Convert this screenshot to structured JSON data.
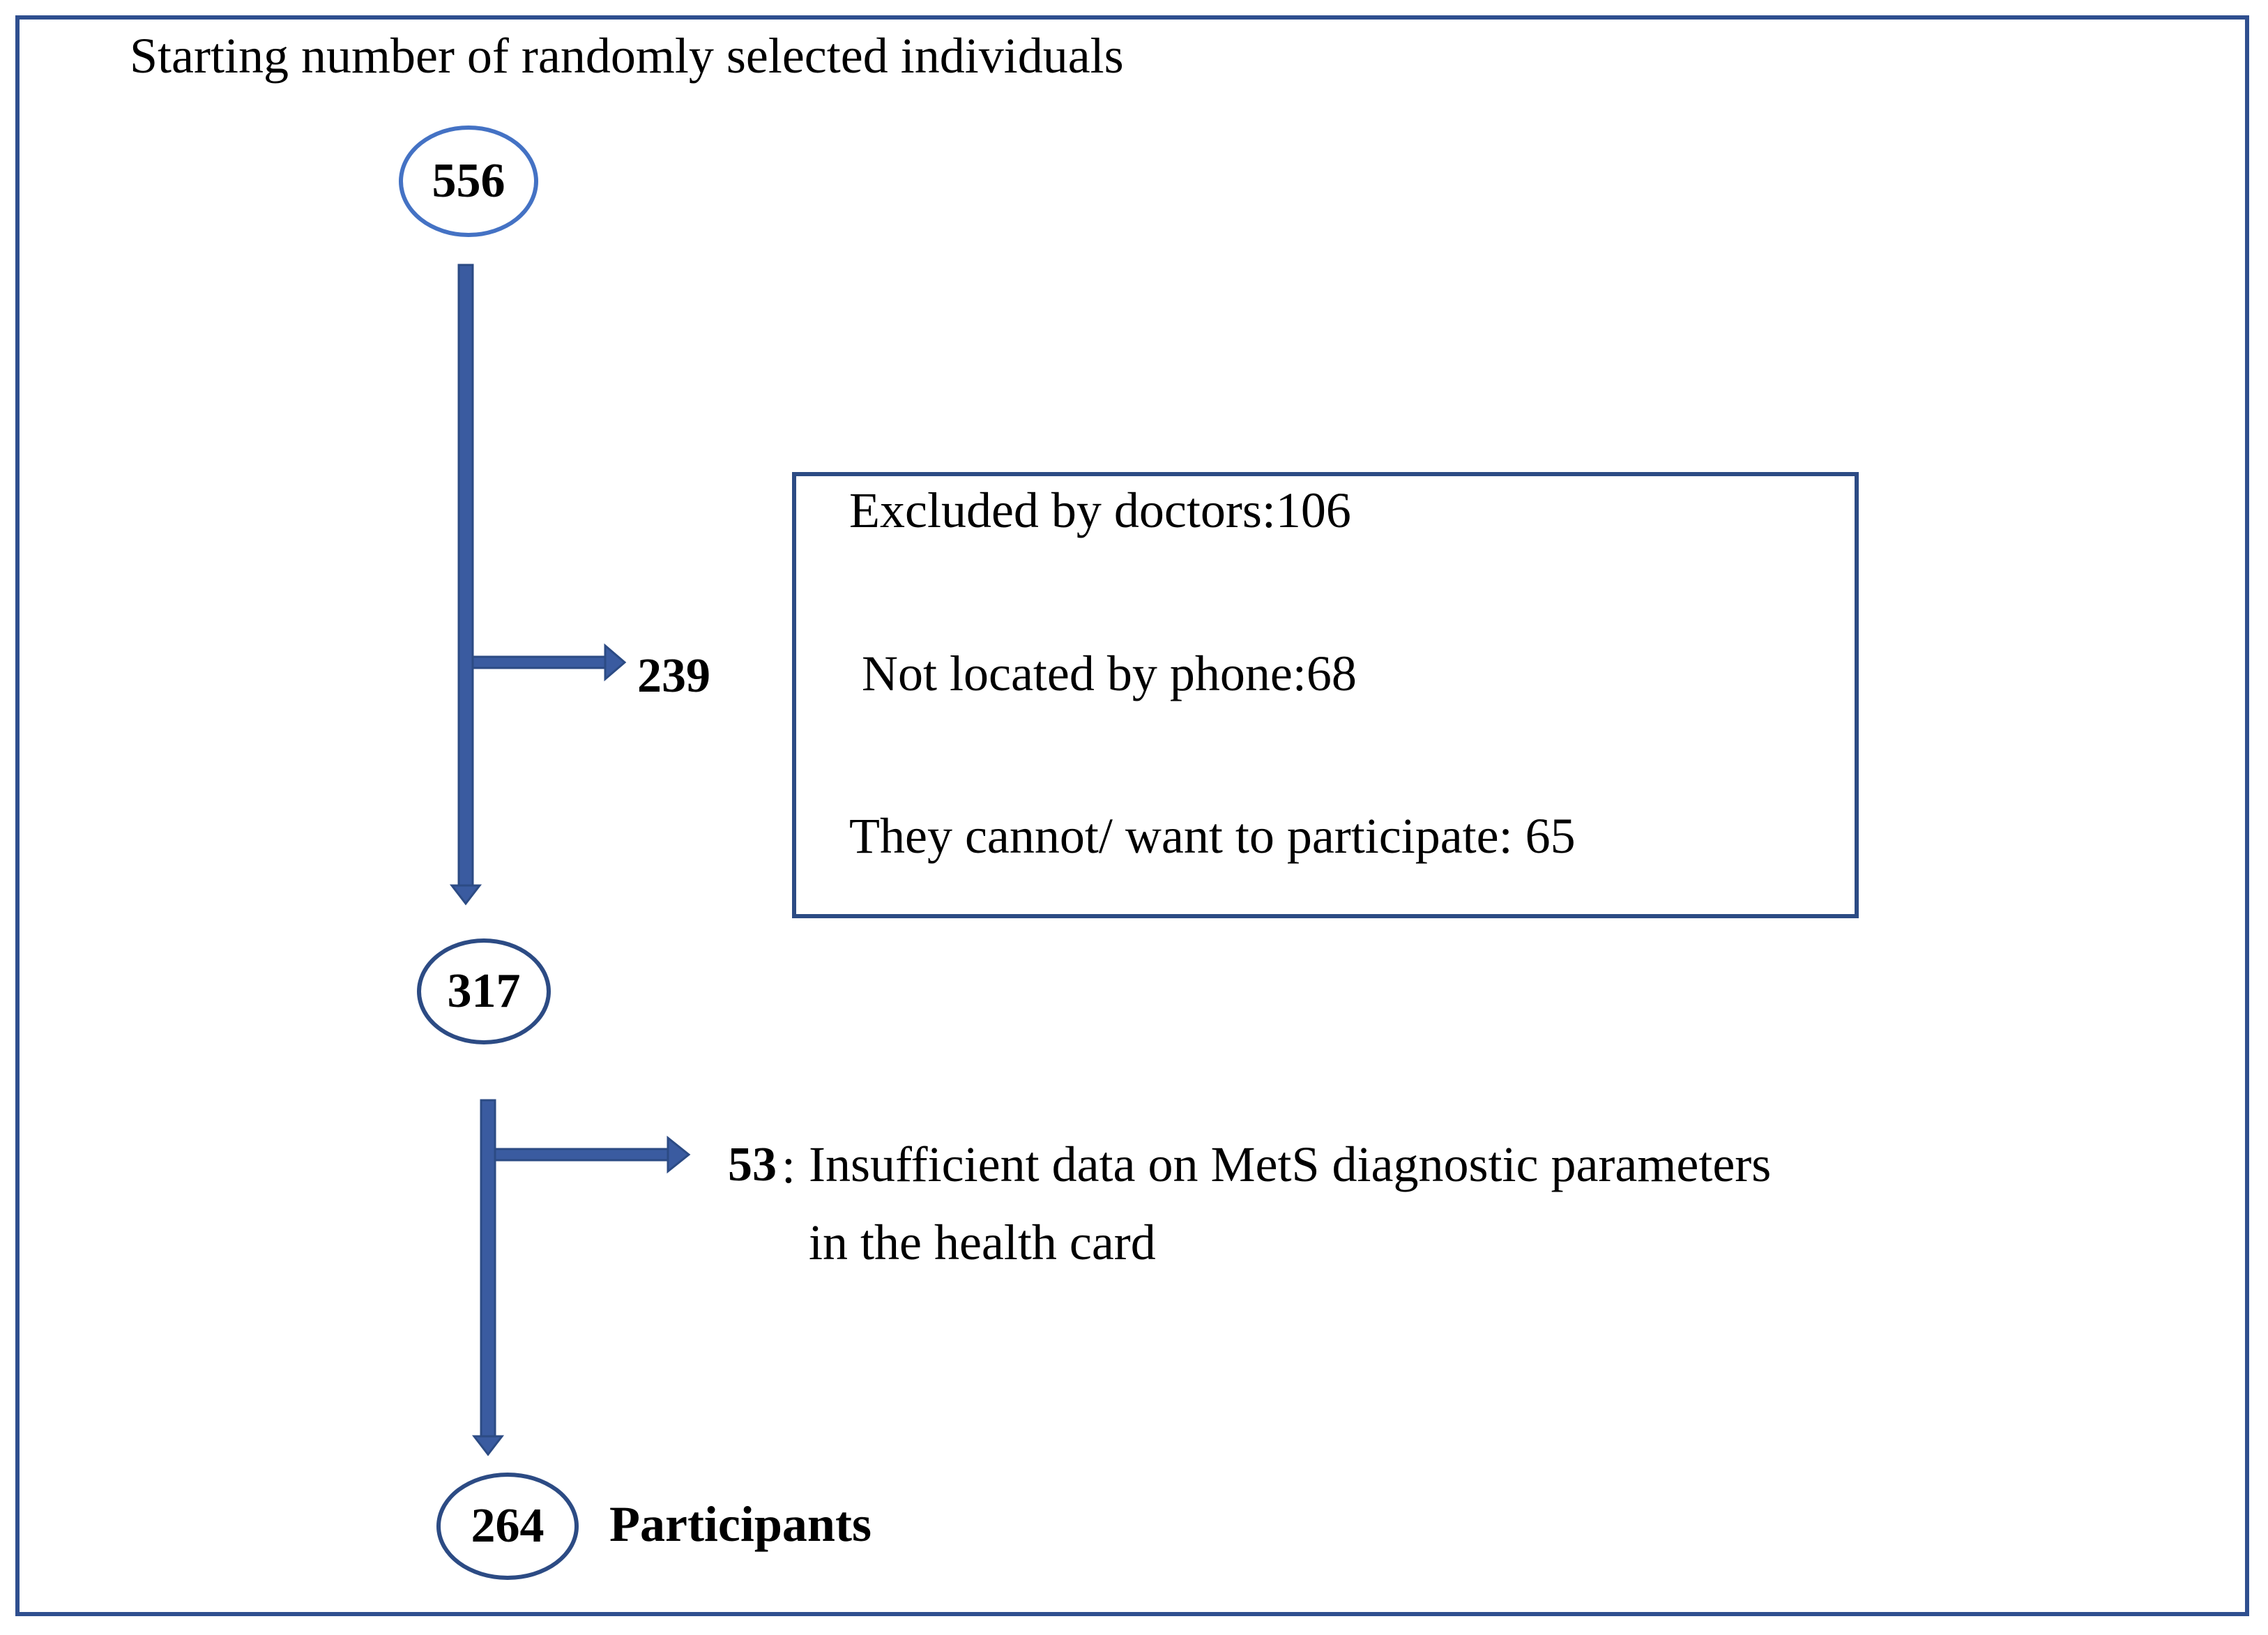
{
  "title": "Starting number of randomly selected individuals",
  "nodes": {
    "start": "556",
    "after_first_exclusion": "317",
    "final": "264"
  },
  "first_exclusion": {
    "count": "239",
    "reasons": [
      "Excluded by doctors:106",
      "Not located by phone:68",
      "They cannot/ want to participate: 65"
    ]
  },
  "second_exclusion": {
    "count": "53",
    "separator": ":",
    "reason_line1": "Insufficient data on MetS diagnostic parameters",
    "reason_line2": "in the health card"
  },
  "final_label": "Participants",
  "colors": {
    "frame": "#2f4f8f",
    "arrow": "#3a5ba0",
    "arrow_outline": "#2c4b84",
    "node_top": "#4472c4",
    "node_dark": "#2c4b84"
  }
}
